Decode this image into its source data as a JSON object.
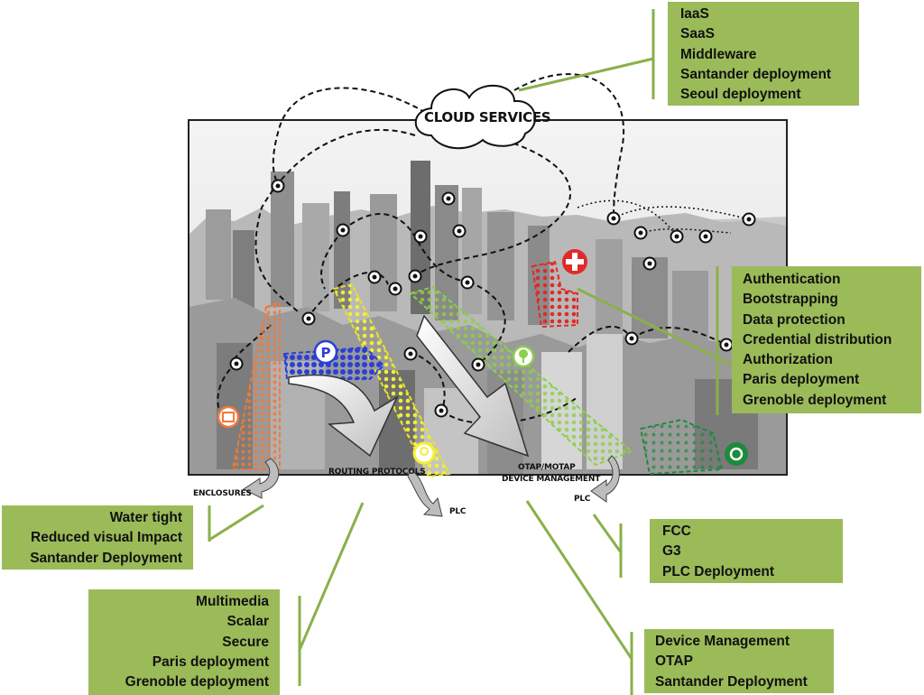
{
  "cloud_label": "CLOUD SERVICES",
  "labels": {
    "enclosures": "ENCLOSURES",
    "routing": "ROUTING PROTOCOLS",
    "otap_line1": "OTAP/MOTAP",
    "otap_line2": "DEVICE MANAGEMENT",
    "plc_left": "PLC",
    "plc_right": "PLC"
  },
  "boxes": {
    "cloud": [
      "IaaS",
      "SaaS",
      "Middleware",
      "Santander deployment",
      "Seoul deployment"
    ],
    "security": [
      "Authentication",
      "Bootstrapping",
      "Data protection",
      "Credential distribution",
      "Authorization",
      "Paris deployment",
      "Grenoble deployment"
    ],
    "enclosures": [
      "Water tight",
      "Reduced visual Impact",
      "Santander Deployment"
    ],
    "routing": [
      "Multimedia",
      "Scalar",
      "Secure",
      "Paris deployment",
      "Grenoble deployment"
    ],
    "plc": [
      "FCC",
      "G3",
      "PLC Deployment"
    ],
    "device_mgmt": [
      "Device Management",
      "OTAP",
      "Santander Deployment"
    ]
  },
  "colors": {
    "box_green": "#9bbb59",
    "connector_green": "#8ab04a",
    "enclosure_orange": "#f07a3a",
    "parking_blue": "#2a3fd8",
    "light_yellow": "#f3ee3a",
    "env_green": "#8ccf4a",
    "health_red": "#e02a2a",
    "waste_darkgreen": "#1d8a3c"
  }
}
